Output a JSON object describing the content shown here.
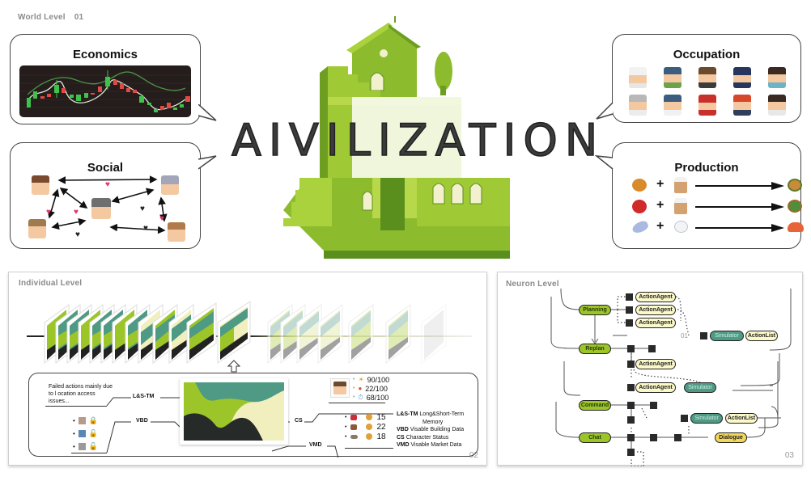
{
  "world_level": {
    "label": "World Level",
    "number": "01",
    "economics": {
      "title": "Economics",
      "chart_type": "candlestick",
      "colors": {
        "background": "#241d1c",
        "up": "#3fc24a",
        "down": "#e04a45",
        "band": "#4b8f45",
        "ma": "#d7e8d2"
      }
    },
    "social": {
      "title": "Social",
      "characters": [
        "character-top-left",
        "character-bottom-left",
        "character-center",
        "character-top-right",
        "character-bottom-right"
      ],
      "relations": [
        {
          "from": "character-top-left",
          "to": "character-top-right",
          "heart": "pink"
        },
        {
          "from": "character-top-left",
          "to": "character-bottom-left",
          "heart": "pink"
        },
        {
          "from": "character-top-left",
          "to": "character-center",
          "heart": "pink"
        },
        {
          "from": "character-bottom-left",
          "to": "character-center",
          "heart": "black"
        },
        {
          "from": "character-center",
          "to": "character-top-right",
          "heart": "black"
        },
        {
          "from": "character-center",
          "to": "character-bottom-right",
          "heart": "black"
        },
        {
          "from": "character-top-right",
          "to": "character-bottom-right",
          "heart": "pink"
        }
      ]
    },
    "occupation": {
      "title": "Occupation",
      "characters": [
        "chef",
        "farmer",
        "merchant",
        "police",
        "office-worker",
        "doctor",
        "scientist",
        "scholar",
        "mechanic",
        "barista"
      ]
    },
    "production": {
      "title": "Production",
      "recipes": [
        {
          "input1": "roast-chicken",
          "op": "+",
          "input2": "flour-sack",
          "output": "chicken-pie"
        },
        {
          "input1": "apple",
          "op": "+",
          "input2": "flour-sack",
          "output": "fruit-pie"
        },
        {
          "input1": "fish",
          "op": "+",
          "input2": "rice-bowl",
          "output": "sushi"
        }
      ]
    }
  },
  "center_logo": {
    "title": "AIVILIZATION",
    "colors": {
      "light_green": "#b6d84a",
      "mid_green": "#8dbb2e",
      "dark_green": "#5a8f1e",
      "window": "#f3f1cd"
    }
  },
  "individual_level": {
    "label": "Individual Level",
    "number": "02",
    "note": "Failed actions mainly due to l ocation access issues...",
    "tags": {
      "lstm": "L&S-TM",
      "vbd": "VBD",
      "cs": "CS",
      "vmd": "VMD"
    },
    "character_status": [
      {
        "icon": "energy-icon",
        "value": "90/100"
      },
      {
        "icon": "hunger-icon",
        "value": "22/100"
      },
      {
        "icon": "health-icon",
        "value": "68/100"
      }
    ],
    "market": [
      {
        "item": "meat-icon",
        "price": "15"
      },
      {
        "item": "bread-icon",
        "price": "22"
      },
      {
        "item": "fish-icon",
        "price": "18"
      }
    ],
    "buildings": [
      {
        "icon": "building-icon",
        "lock": "locked"
      },
      {
        "icon": "house-icon",
        "lock": "unlocked"
      },
      {
        "icon": "building-icon",
        "lock": "unlocked"
      }
    ],
    "legend": [
      {
        "abbr": "L&S-TM",
        "text": "Long&Short-Term"
      },
      {
        "abbr": "",
        "text": "Memory"
      },
      {
        "abbr": "VBD",
        "text": "Visable Building Data"
      },
      {
        "abbr": "CS",
        "text": "Character Status"
      },
      {
        "abbr": "VMD",
        "text": "Visable Market Data"
      }
    ]
  },
  "neuron_level": {
    "label": "Neuron Level",
    "number": "03",
    "nodes": {
      "planning": "Planning",
      "replan": "Replan",
      "command": "Command",
      "chat": "Chat",
      "action_agent": "ActionAgent",
      "simulator": "Simulator",
      "action_list": "ActionList",
      "dialogue": "Dialogue",
      "marker": "01"
    }
  }
}
